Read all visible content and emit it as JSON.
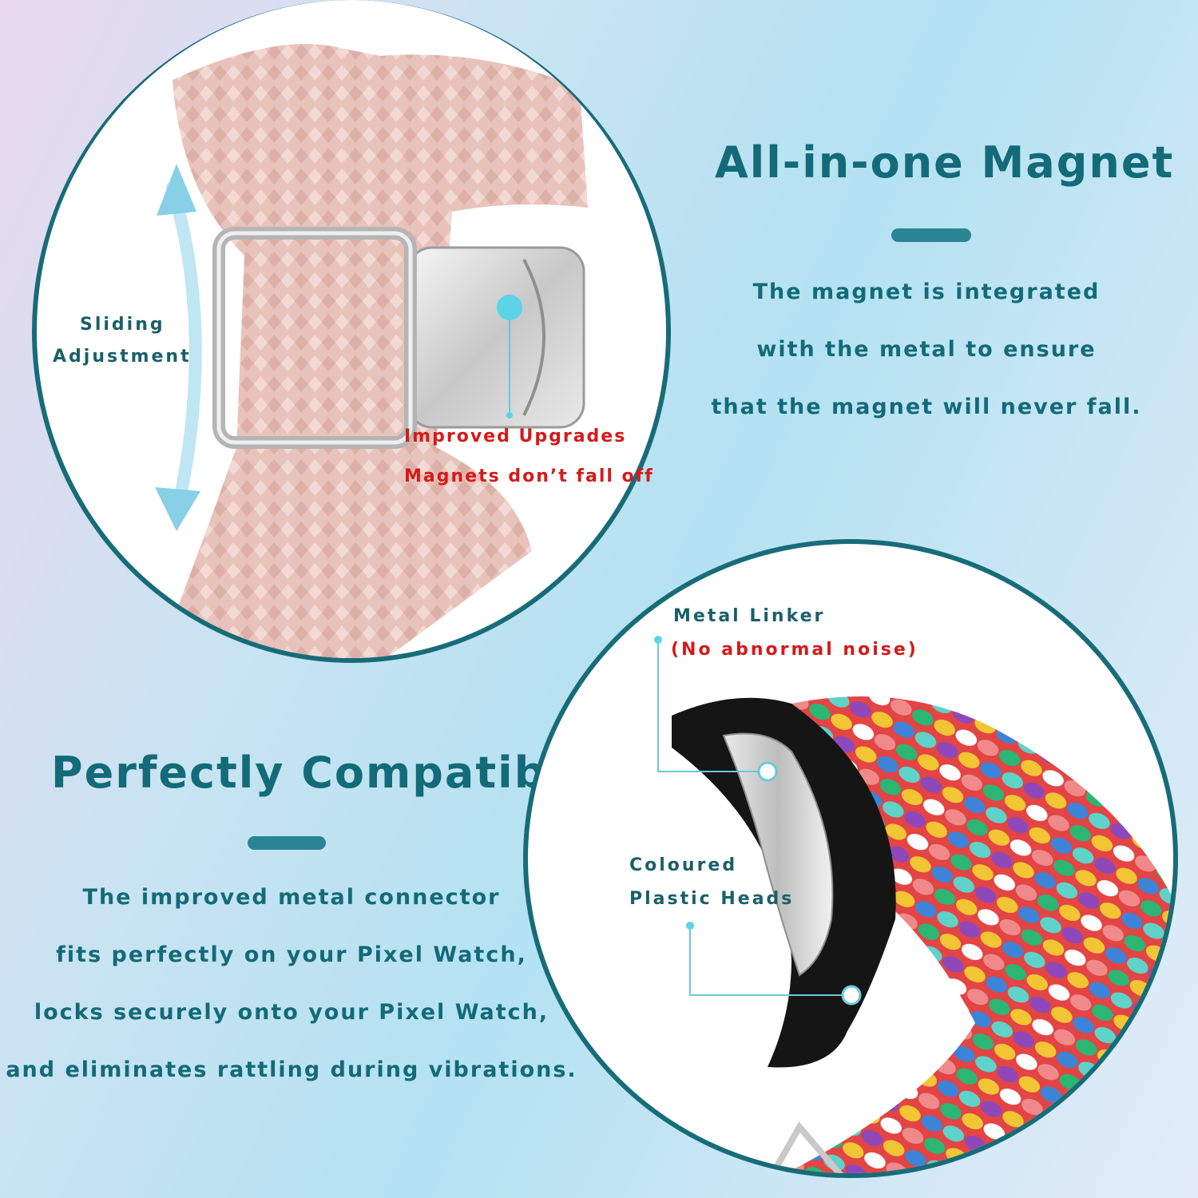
{
  "colors": {
    "accent": "#176c78",
    "heading_text": "#136a78",
    "callout_red": "#d41a1a",
    "callout_dot": "#5cd3e6",
    "pink_band": "#eac6bf",
    "rainbow": [
      "#e34444",
      "#f1c533",
      "#3d84d8",
      "#8e48b9",
      "#5fd2c9",
      "#ffffff",
      "#f08a8a",
      "#2bb673"
    ]
  },
  "magnet_section": {
    "title": "All-in-one Magnet",
    "lines": [
      "The magnet is integrated",
      "with the metal to ensure",
      "that the magnet will never fall."
    ]
  },
  "compatible_section": {
    "title": "Perfectly Compatible",
    "lines": [
      "The improved metal connector",
      "fits perfectly on your Pixel Watch,",
      "locks securely onto your Pixel Watch,",
      "and eliminates rattling during vibrations."
    ]
  },
  "top_image": {
    "sliding": [
      "Sliding",
      "Adjustment"
    ],
    "upgrades": [
      "Improved Upgrades",
      "Magnets don’t fall off"
    ]
  },
  "bottom_image": {
    "linker": [
      "Metal Linker",
      "(No abnormal noise)"
    ],
    "heads": [
      "Coloured",
      "Plastic Heads"
    ]
  }
}
